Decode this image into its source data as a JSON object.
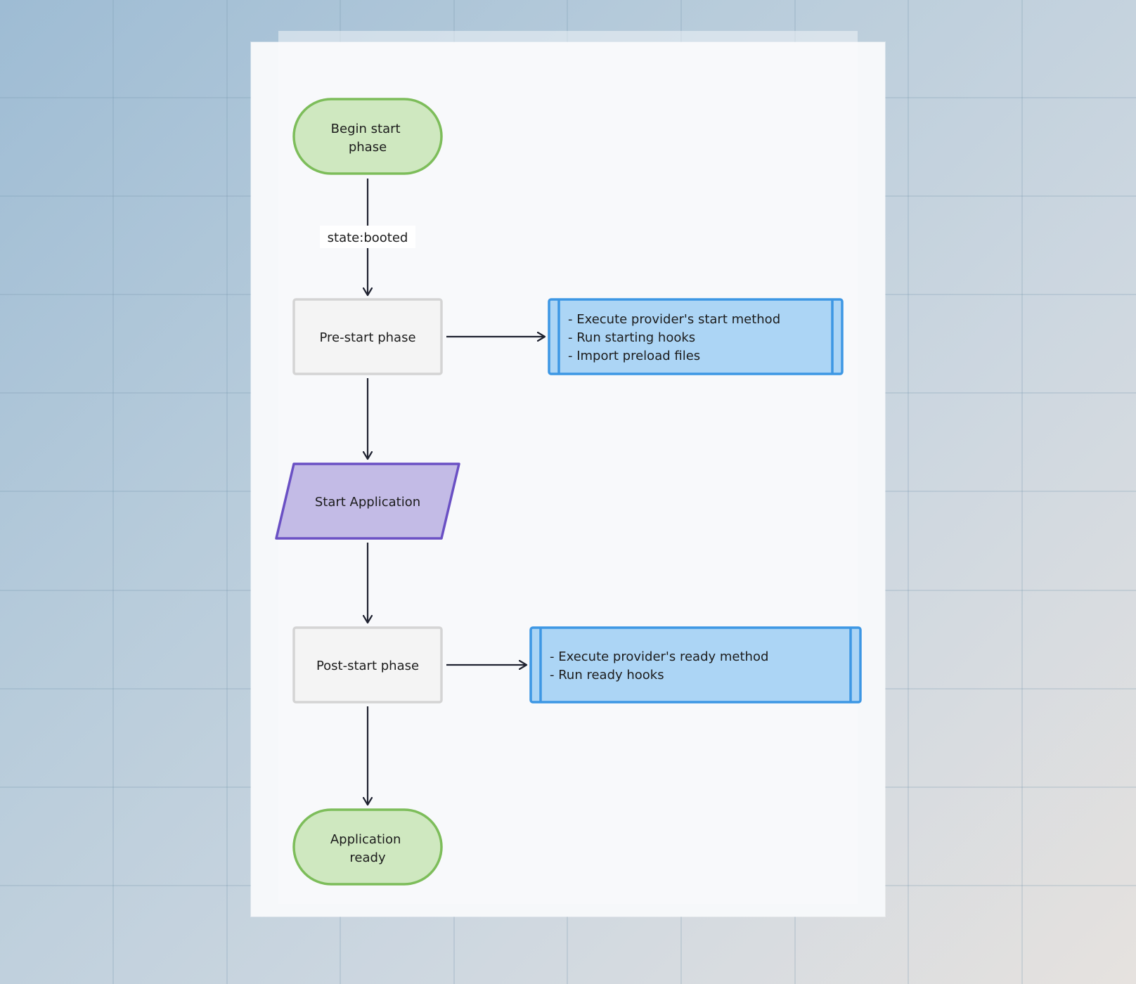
{
  "diagram": {
    "nodes": {
      "begin": {
        "label_lines": [
          "Begin start",
          "phase"
        ],
        "shape": "terminator"
      },
      "prestart": {
        "label": "Pre-start phase",
        "shape": "process"
      },
      "prestart_note": {
        "lines": [
          "- Execute provider's start method",
          "- Run starting hooks",
          "- Import preload files"
        ],
        "shape": "subroutine"
      },
      "start_app": {
        "label": "Start Application",
        "shape": "io"
      },
      "poststart": {
        "label": "Post-start phase",
        "shape": "process"
      },
      "poststart_note": {
        "lines": [
          "- Execute provider's ready method",
          "- Run ready hooks"
        ],
        "shape": "subroutine"
      },
      "ready": {
        "label_lines": [
          "Application",
          "ready"
        ],
        "shape": "terminator"
      }
    },
    "edges": {
      "begin_to_prestart": {
        "label": "state:booted"
      }
    }
  },
  "colors": {
    "terminator_fill": "#cfe8c0",
    "terminator_stroke": "#7dbd5a",
    "process_fill": "#f4f4f4",
    "process_stroke": "#d4d4d4",
    "io_fill": "#c3bbe6",
    "io_stroke": "#6a50c4",
    "subroutine_fill": "#acd5f5",
    "subroutine_stroke": "#3d97e4",
    "edge": "#1f2230"
  }
}
